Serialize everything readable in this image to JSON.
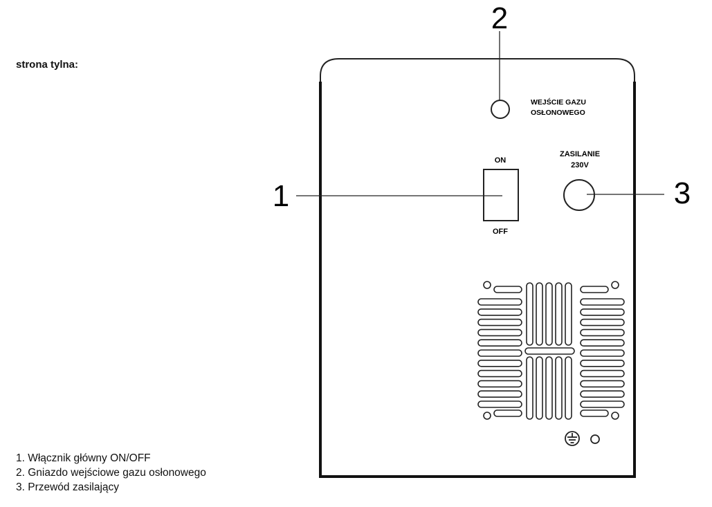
{
  "heading": "strona tylna:",
  "panel": {
    "gas_inlet_label": [
      "WEJŚCIE GAZU",
      "OSŁONOWEGO"
    ],
    "power_label": [
      "ZASILANIE",
      "230V"
    ],
    "switch_on": "ON",
    "switch_off": "OFF"
  },
  "callouts": {
    "switch": "1",
    "gas_inlet": "2",
    "power": "3"
  },
  "legend": [
    "1. Włącznik główny ON/OFF",
    "2. Gniazdo wejściowe gazu osłonowego",
    "3. Przewód zasilający"
  ],
  "icons": {
    "ground": "ground-symbol-icon"
  }
}
